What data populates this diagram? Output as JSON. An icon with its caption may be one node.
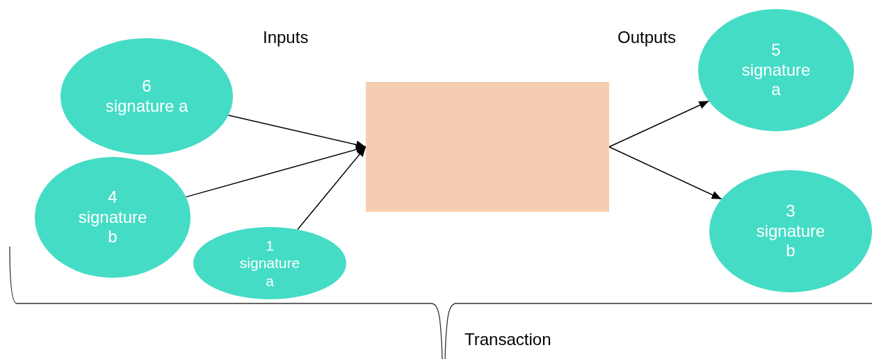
{
  "diagram": {
    "nodes": [
      {
        "text": [
          "6",
          "signature a"
        ]
      },
      {
        "text": [
          "4",
          "signature b"
        ]
      },
      {
        "text": [
          "1",
          "signature a"
        ]
      },
      {
        "text": [],
        "shape": "box"
      },
      {
        "text": [
          "5",
          "signature a"
        ]
      },
      {
        "text": [
          "3",
          "signature b"
        ]
      }
    ],
    "edges": [
      {
        "from": 0,
        "to": 3,
        "arrow": "to"
      },
      {
        "from": 1,
        "to": 3,
        "arrow": "to"
      },
      {
        "from": 2,
        "to": 3,
        "arrow": "to"
      },
      {
        "from": 3,
        "to": 4,
        "arrow": "to"
      },
      {
        "from": 3,
        "to": 5,
        "arrow": "to"
      }
    ],
    "labels": [
      "Inputs",
      "Outputs",
      "Transaction"
    ]
  }
}
